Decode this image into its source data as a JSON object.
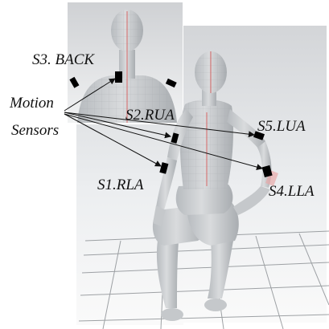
{
  "labels": {
    "s3": "S3. BACK",
    "s2": "S2.RUA",
    "s5": "S5.LUA",
    "s1": "S1.RLA",
    "s4": "S4.LLA",
    "motion": "Motion",
    "sensors": "Sensors"
  },
  "colors": {
    "background": "#ffffff",
    "panel_gradient_top": "#d2d4d6",
    "panel_gradient_bottom": "#f7f8f9",
    "mannequin_fill": "#c9ccce",
    "mannequin_shade": "#a9adb1",
    "mesh_line": "#8f9398",
    "sensor_fill": "#000000",
    "arrow": "#111111",
    "seam_red": "#d94c4c"
  },
  "icons": {
    "sensor": "sensor-block-icon",
    "mannequin": "mannequin-figure"
  }
}
